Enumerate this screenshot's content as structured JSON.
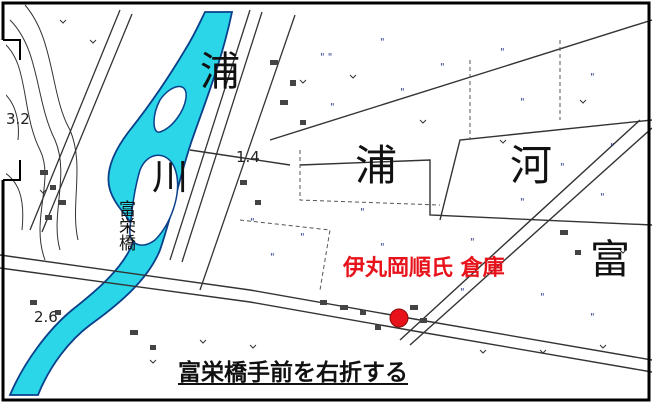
{
  "map": {
    "river_label_1": "浦",
    "river_label_2": "川",
    "area_label_1": "浦",
    "area_label_2": "河",
    "area_label_3": "富",
    "bridge_label": "富栄橋",
    "elevation_1": "3.2",
    "elevation_2": "1.4",
    "elevation_3": "2.6",
    "poi_label": "伊丸岡順氏 倉庫",
    "instruction": "富栄橋手前を右折する",
    "colors": {
      "river": "#2ad6e8",
      "poi_marker": "#e8131a",
      "poi_text": "#e8131a",
      "frame": "#000000"
    }
  }
}
